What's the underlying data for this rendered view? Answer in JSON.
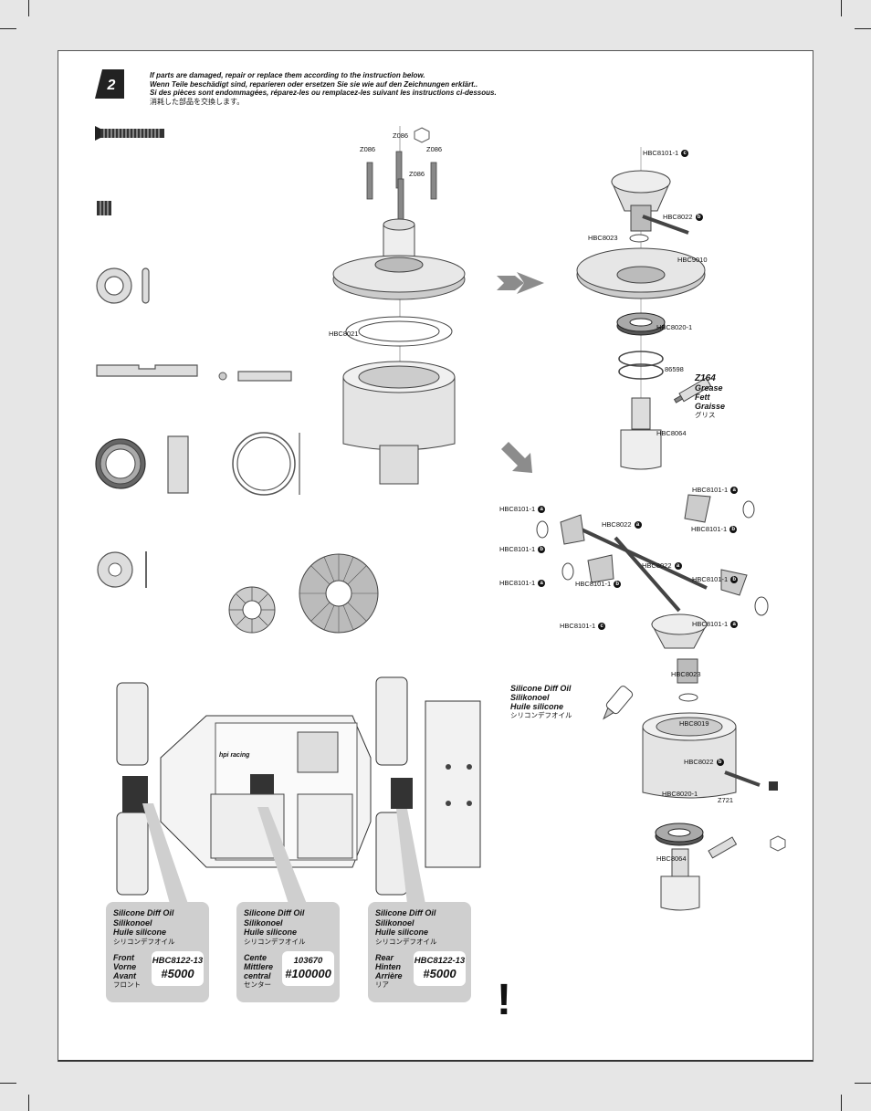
{
  "step": {
    "number": "2"
  },
  "instructions": [
    "If parts are damaged, repair or replace them according to the instruction below.",
    "Wenn Teile beschädigt sind, reparieren oder ersetzen Sie sie wie auf den Zeichnungen erklärt..",
    "Si des pièces sont endommagées, réparez-les ou remplacez-les suivant les instructions ci-dessous.",
    "消耗した部品を交換します。"
  ],
  "center_diff": {
    "z086_a": "Z086",
    "z086_b": "Z086",
    "z086_c": "Z086",
    "z086_d": "Z086",
    "hbc8021": "HBC8021"
  },
  "upper_assembly": {
    "hbc8101_1": "HBC8101-1",
    "hbc8101_1_mark": "c",
    "hbc8022": "HBC8022",
    "hbc8022_mark": "b",
    "hbc8023": "HBC8023",
    "hbc9010": "HBC9010",
    "hbc8020_1": "HBC8020-1",
    "p86598": "86598",
    "hbc8064": "HBC8064",
    "grease": {
      "code": "Z164",
      "en": "Grease",
      "de": "Fett",
      "fr": "Graisse",
      "jp": "グリス"
    }
  },
  "lower_assembly": {
    "gear_a1": "HBC8101-1",
    "gear_a1_mark": "a",
    "gear_a2": "HBC8101-1",
    "gear_a2_mark": "a",
    "gear_b1": "HBC8101-1",
    "gear_b1_mark": "b",
    "gear_b2": "HBC8101-1",
    "gear_b2_mark": "b",
    "shaft_a": "HBC8022",
    "shaft_a_mark": "a",
    "gear_a3": "HBC8101-1",
    "gear_a3_mark": "a",
    "gear_b3": "HBC8101-1",
    "gear_b3_mark": "b",
    "shaft_a2": "HBC8022",
    "shaft_a2_mark": "a",
    "gear_b4": "HBC8101-1",
    "gear_b4_mark": "b",
    "gear_c": "HBC8101-1",
    "gear_c_mark": "c",
    "gear_a4": "HBC8101-1",
    "gear_a4_mark": "a",
    "hbc8023": "HBC8023",
    "hbc8019": "HBC8019",
    "hbc8022": "HBC8022",
    "hbc8022_mark": "b",
    "hbc8020_1": "HBC8020-1",
    "z721": "Z721",
    "hbc8064": "HBC8064",
    "oil": {
      "en": "Silicone Diff Oil",
      "de": "Silikonoel",
      "fr": "Huile silicone",
      "jp": "シリコンデフオイル"
    }
  },
  "oil_boxes": [
    {
      "title_en": "Silicone Diff Oil",
      "title_de": "Silikonoel",
      "title_fr": "Huile silicone",
      "title_jp": "シリコンデフオイル",
      "loc_en": "Front",
      "loc_de": "Vorne",
      "loc_fr": "Avant",
      "loc_jp": "フロント",
      "code": "HBC8122-13",
      "visc": "#5000"
    },
    {
      "title_en": "Silicone Diff Oil",
      "title_de": "Silikonoel",
      "title_fr": "Huile silicone",
      "title_jp": "シリコンデフオイル",
      "loc_en": "Cente",
      "loc_de": "Mittlere",
      "loc_fr": "central",
      "loc_jp": "センター",
      "code": "103670",
      "visc": "#100000"
    },
    {
      "title_en": "Silicone Diff Oil",
      "title_de": "Silikonoel",
      "title_fr": "Huile silicone",
      "title_jp": "シリコンデフオイル",
      "loc_en": "Rear",
      "loc_de": "Hinten",
      "loc_fr": "Arrière",
      "loc_jp": "リア",
      "code": "HBC8122-13",
      "visc": "#5000"
    }
  ],
  "chassis_logo": "hpi racing",
  "warning": "!",
  "colors": {
    "gray_box": "#cfcfcf",
    "part_gray": "#999999",
    "arrow_gray": "#8c8c8c"
  }
}
